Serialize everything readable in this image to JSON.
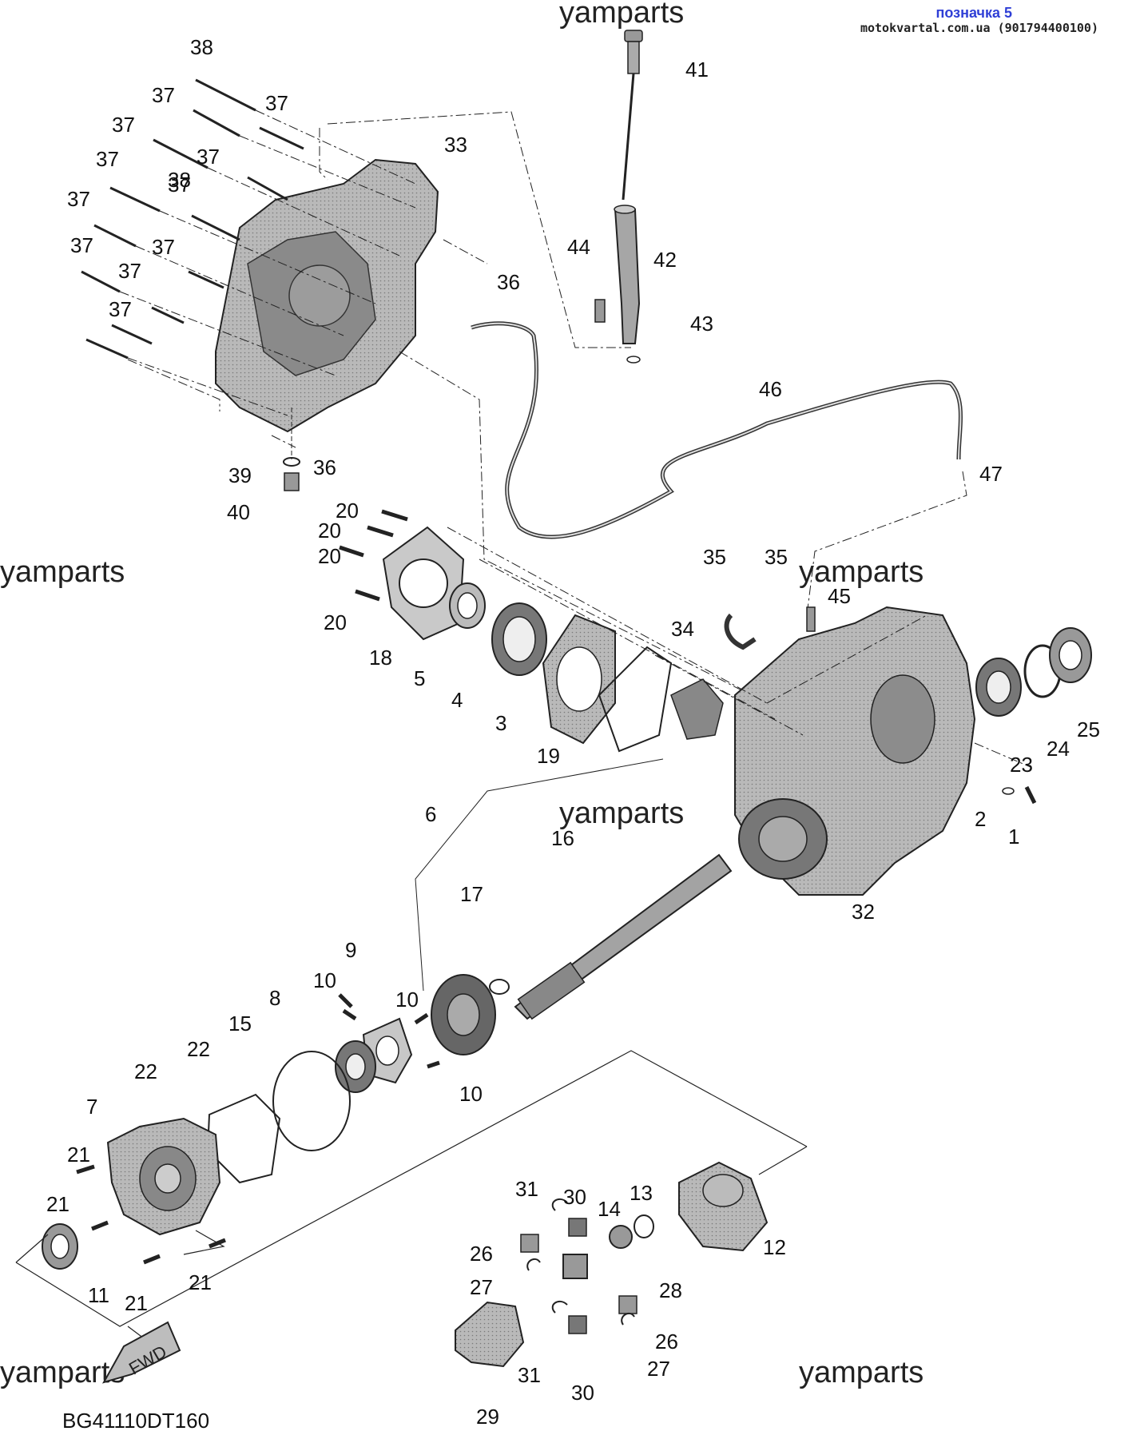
{
  "header": {
    "title": "позначка 5",
    "site": "motokvartal.com.ua",
    "phone": "(901794400100)"
  },
  "watermark": "yamparts",
  "diagram_code": "BG41110DT160",
  "fwd_label": "FWD",
  "callouts": [
    "38",
    "37",
    "37",
    "37",
    "37",
    "37",
    "37",
    "37",
    "37",
    "37",
    "38",
    "37",
    "37",
    "33",
    "36",
    "36",
    "39",
    "40",
    "41",
    "44",
    "42",
    "43",
    "46",
    "47",
    "20",
    "20",
    "20",
    "20",
    "18",
    "5",
    "4",
    "3",
    "19",
    "35",
    "35",
    "45",
    "34",
    "23",
    "24",
    "25",
    "2",
    "1",
    "32",
    "6",
    "16",
    "17",
    "9",
    "10",
    "10",
    "10",
    "8",
    "15",
    "22",
    "22",
    "7",
    "21",
    "21",
    "21",
    "21",
    "11",
    "31",
    "30",
    "13",
    "14",
    "12",
    "26",
    "27",
    "28",
    "26",
    "31",
    "30",
    "27",
    "29"
  ],
  "colors": {
    "line": "#1a1a1a",
    "part_fill": "#a9a9a9",
    "part_dark": "#6f6f6f",
    "tag_blue": "#2f3fd6"
  }
}
